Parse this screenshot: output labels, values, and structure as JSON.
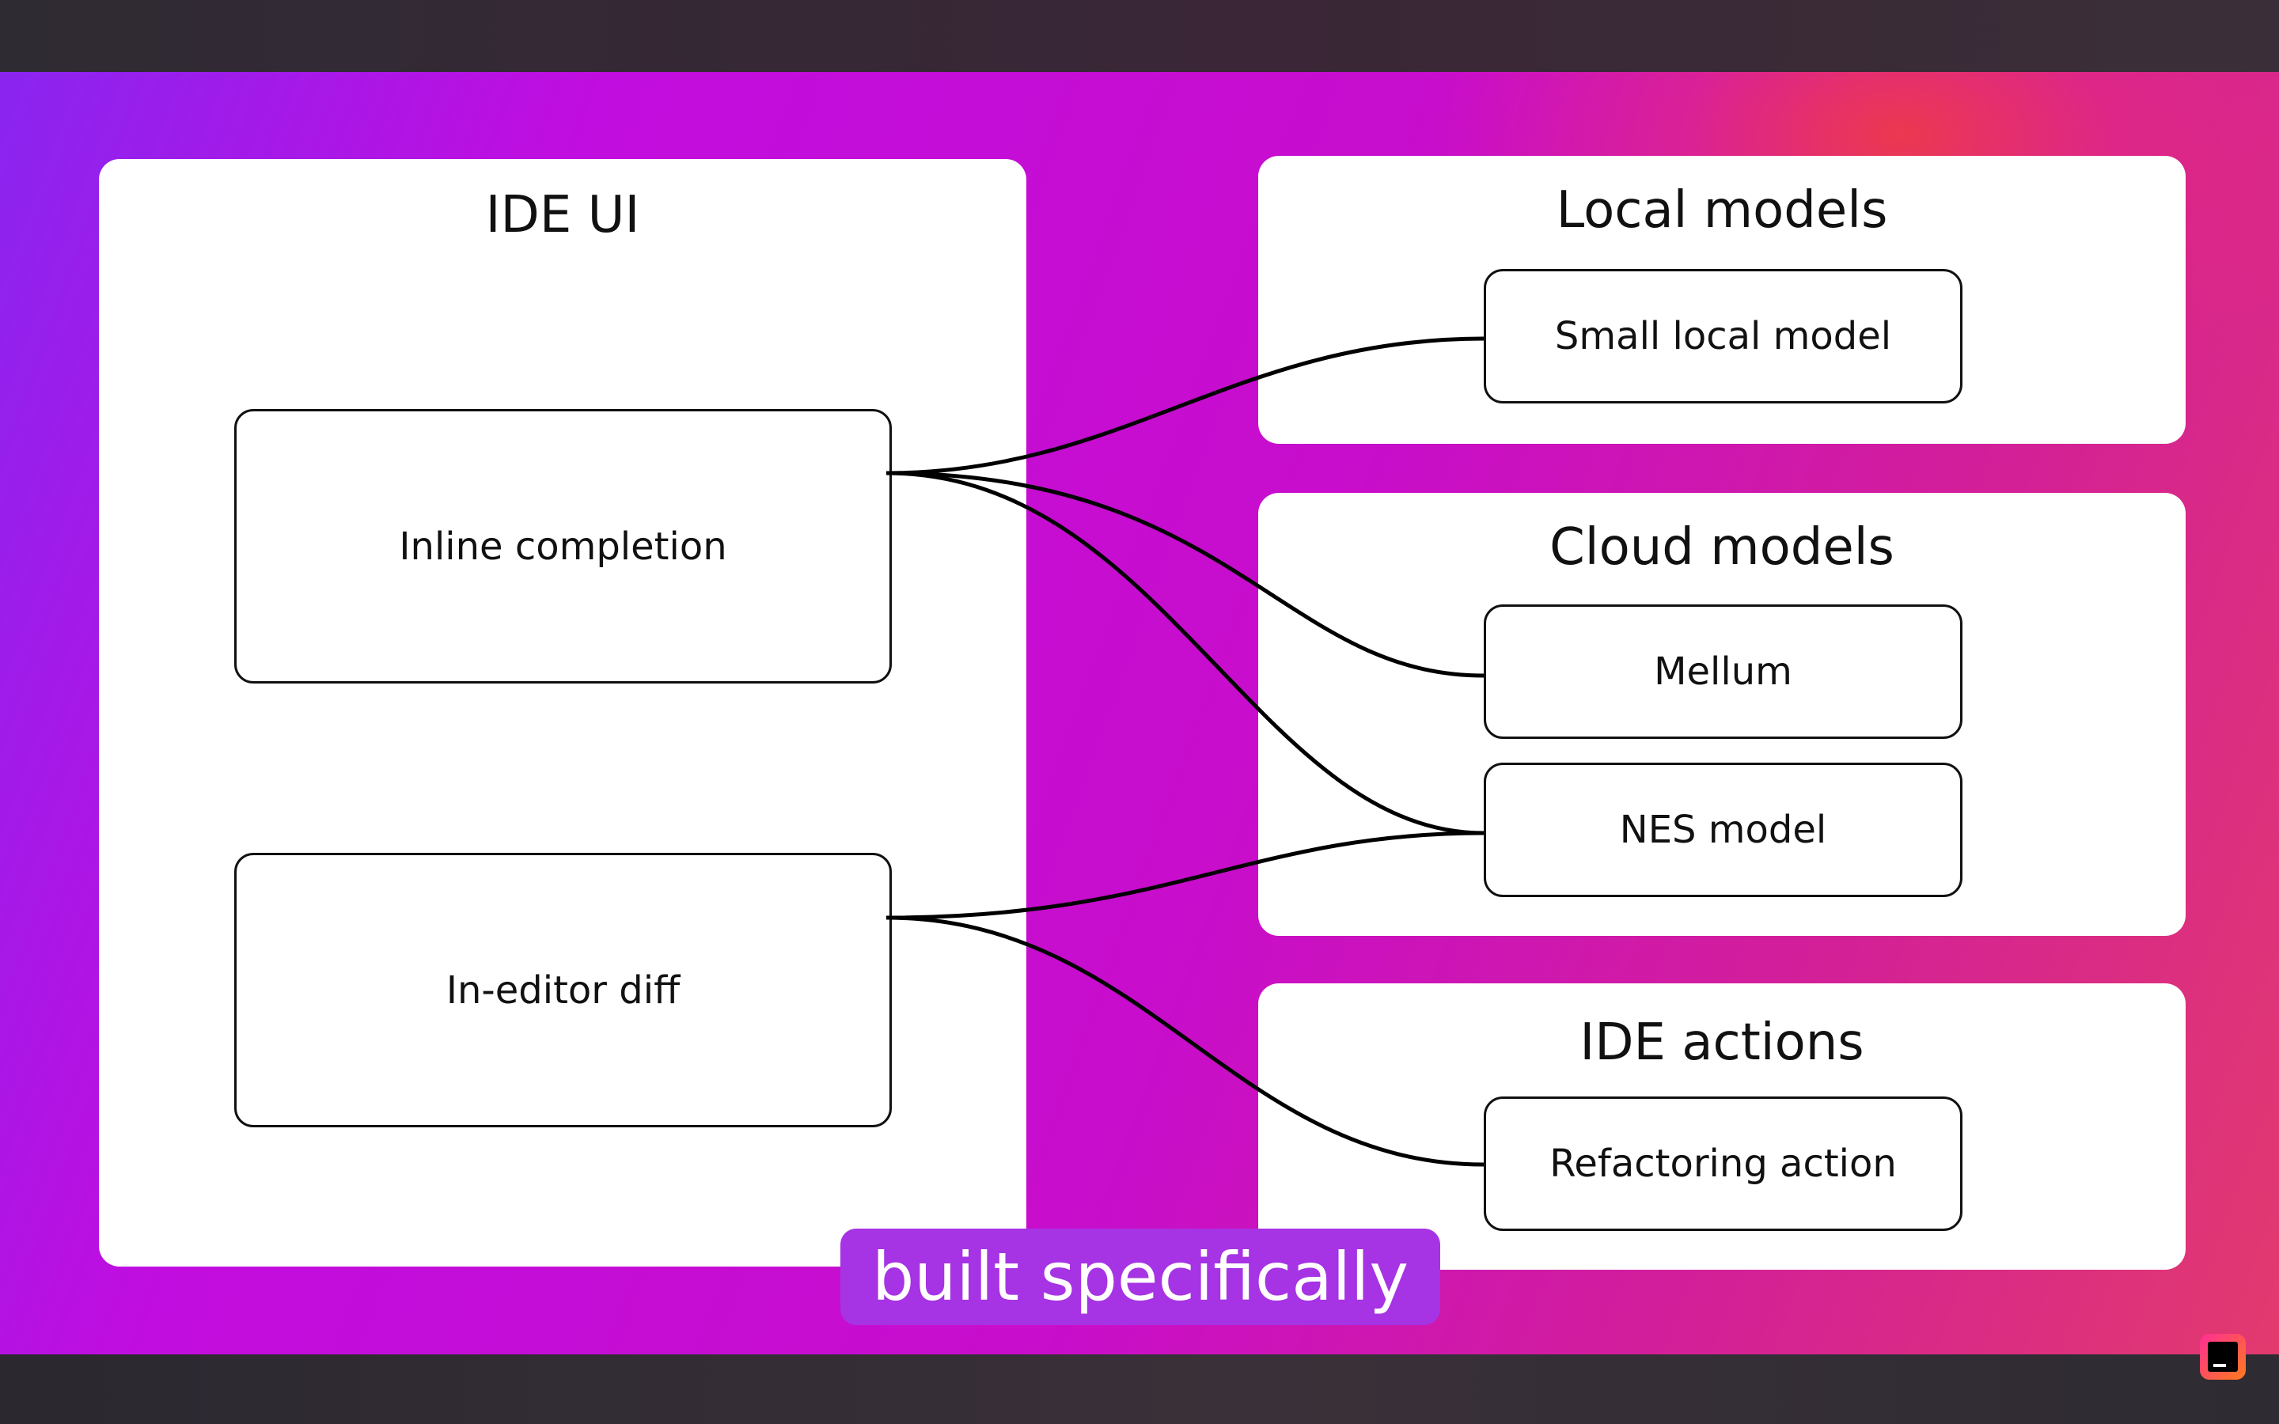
{
  "panels": {
    "ide_ui": {
      "title": "IDE UI",
      "nodes": {
        "inline_completion": "Inline completion",
        "in_editor_diff": "In-editor diff"
      }
    },
    "local_models": {
      "title": "Local models",
      "nodes": {
        "small_local_model": "Small local model"
      }
    },
    "cloud_models": {
      "title": "Cloud models",
      "nodes": {
        "mellum": "Mellum",
        "nes_model": "NES model"
      }
    },
    "ide_actions": {
      "title": "IDE actions",
      "nodes": {
        "refactoring_action": "Refactoring action"
      }
    }
  },
  "connections": [
    {
      "from": "Inline completion",
      "to": "Small local model"
    },
    {
      "from": "Inline completion",
      "to": "Mellum"
    },
    {
      "from": "Inline completion",
      "to": "NES model"
    },
    {
      "from": "In-editor diff",
      "to": "NES model"
    },
    {
      "from": "In-editor diff",
      "to": "Refactoring action"
    }
  ],
  "caption": "built specifically",
  "colors": {
    "panel": "#ffffff",
    "line": "#000000",
    "caption_bg": "#a633e4",
    "caption_text": "#ffffff"
  },
  "icons": {
    "app_logo": "jetbrains-logo-icon"
  }
}
